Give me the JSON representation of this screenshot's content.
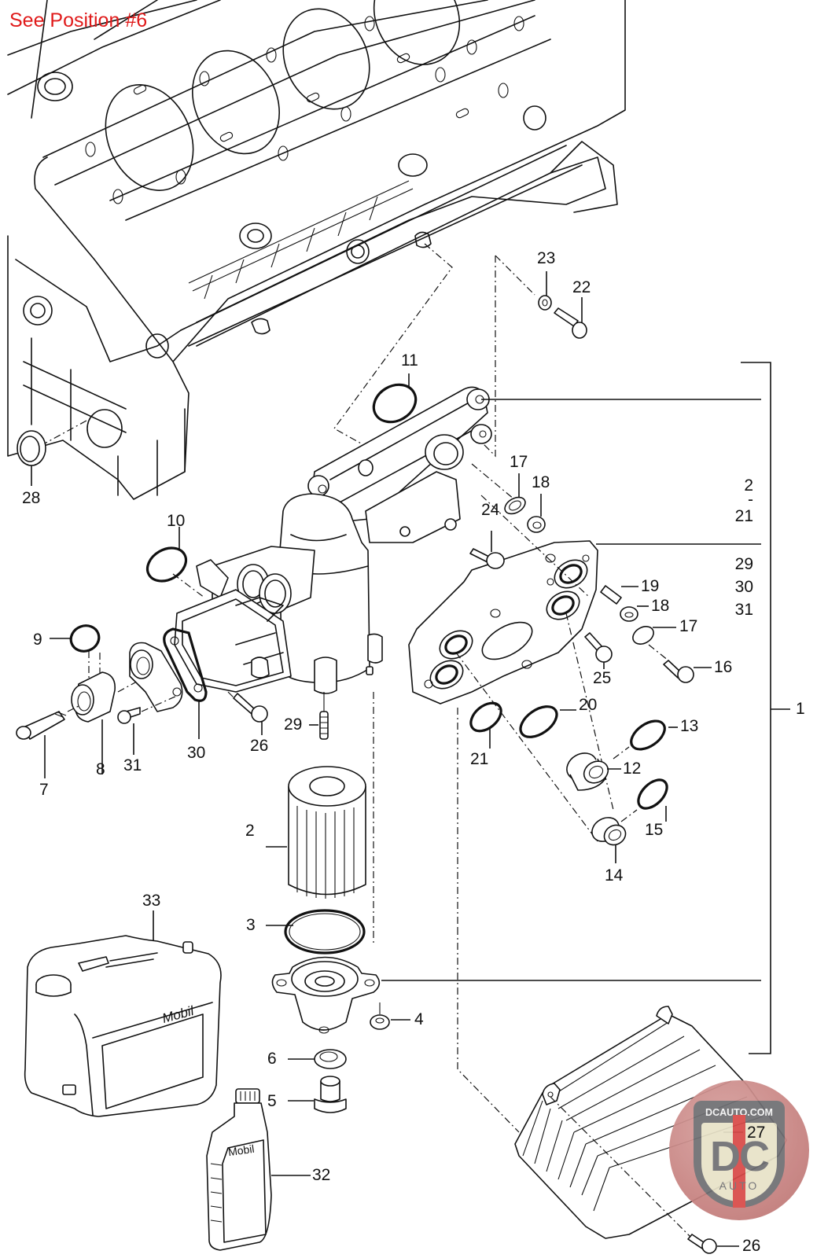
{
  "title_note": "See Position #6",
  "watermark": {
    "url": "DCAUTO.COM",
    "letters": "DC",
    "word": "AUTO",
    "colors": {
      "ring": "#c98583",
      "shield": "#6f6f73",
      "shield_inner": "#e8e2c8",
      "accent": "#d94a48"
    }
  },
  "note_color": "#e01a1a",
  "assembly": {
    "main_label": "1",
    "group_a": {
      "from": "2",
      "dash": "-",
      "to": "21"
    },
    "group_b": [
      "29",
      "30",
      "31"
    ]
  },
  "callouts": {
    "c2": "2",
    "c3": "3",
    "c4": "4",
    "c5": "5",
    "c6": "6",
    "c7": "7",
    "c8": "8",
    "c9": "9",
    "c10": "10",
    "c11": "11",
    "c12": "12",
    "c13": "13",
    "c14": "14",
    "c15": "15",
    "c16": "16",
    "c17a": "17",
    "c17b": "17",
    "c18a": "18",
    "c18b": "18",
    "c19": "19",
    "c20": "20",
    "c21": "21",
    "c22": "22",
    "c23": "23",
    "c24": "24",
    "c25": "25",
    "c26a": "26",
    "c26b": "26",
    "c27": "27",
    "c28": "28",
    "c29": "29",
    "c30": "30",
    "c31": "31",
    "c32": "32",
    "c33": "33"
  },
  "product_labels": {
    "canister": "Mobil",
    "bottle": "Mobil"
  }
}
